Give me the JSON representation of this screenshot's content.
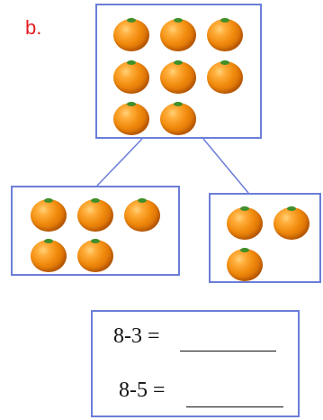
{
  "label": "b.",
  "groups": {
    "total": {
      "count": 8
    },
    "left": {
      "count": 5
    },
    "right": {
      "count": 3
    }
  },
  "equations": [
    {
      "text": "8-3 =",
      "answer": ""
    },
    {
      "text": "8-5 =",
      "answer": ""
    }
  ],
  "colors": {
    "box_border": "#6b7ed8",
    "label": "#e31e24",
    "orange": "#f08a0c",
    "leaf": "#3f8f2a"
  }
}
